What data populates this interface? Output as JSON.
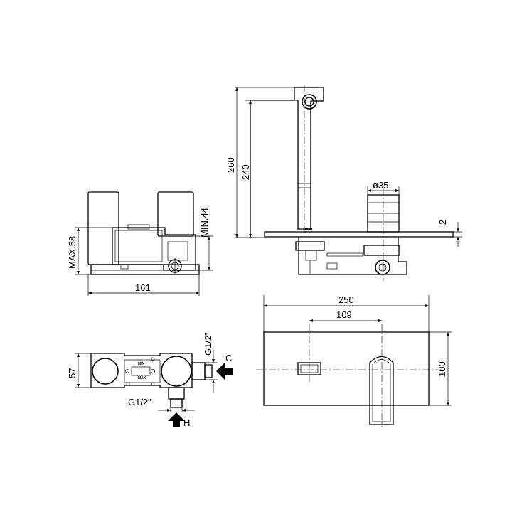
{
  "dimensions": {
    "max_58": "MAX.58",
    "min_44": "MIN.44",
    "w_161": "161",
    "h_260": "260",
    "h_240": "240",
    "dia_35": "ø35",
    "t_2": "2",
    "w_250": "250",
    "w_109": "109",
    "h_100": "100",
    "h_57": "57",
    "thread_top": "G1/2\"",
    "thread_bottom": "G1/2\""
  },
  "labels": {
    "cold": "C",
    "hot": "H",
    "min": "MIN",
    "max": "MAX"
  }
}
